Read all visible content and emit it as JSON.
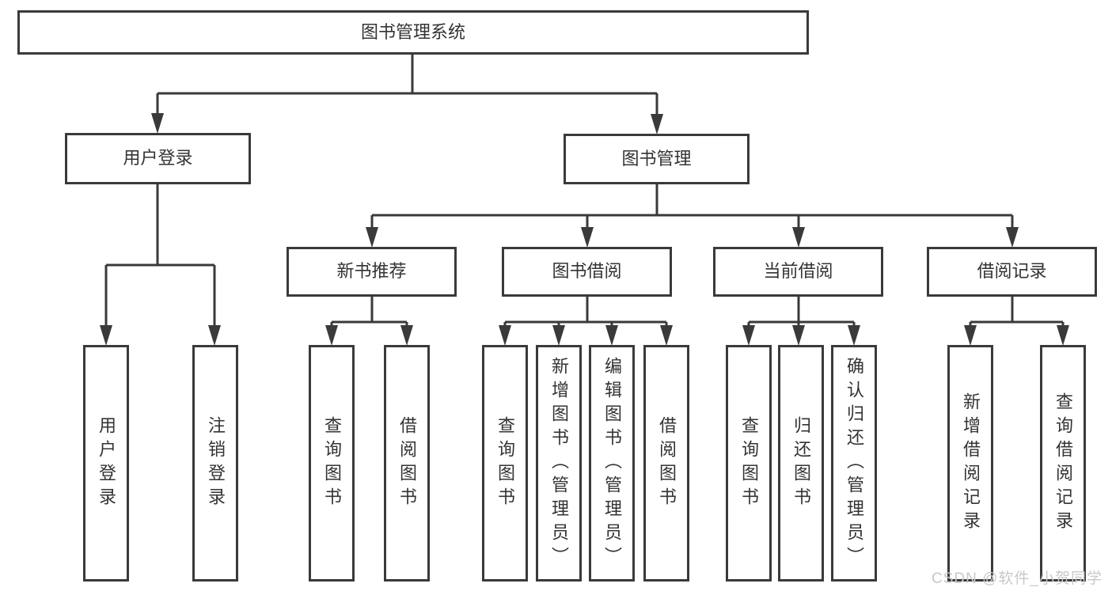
{
  "diagram": {
    "title": "图书管理系统",
    "user_branch": {
      "label": "用户登录",
      "children": [
        "用户登录",
        "注销登录"
      ]
    },
    "book_branch": {
      "label": "图书管理",
      "modules": [
        {
          "label": "新书推荐",
          "children": [
            "查询图书",
            "借阅图书"
          ]
        },
        {
          "label": "图书借阅",
          "children": [
            "查询图书",
            "新增图书（管理员）",
            "编辑图书（管理员）",
            "借阅图书"
          ]
        },
        {
          "label": "当前借阅",
          "children": [
            "查询图书",
            "归还图书",
            "确认归还（管理员）"
          ]
        },
        {
          "label": "借阅记录",
          "children": [
            "新增借阅记录",
            "查询借阅记录"
          ]
        }
      ]
    },
    "watermark": "CSDN @软件_小贺同学"
  },
  "colors": {
    "line": "#3a3a3a",
    "text": "#333333",
    "watermark": "#c8c8c8"
  }
}
